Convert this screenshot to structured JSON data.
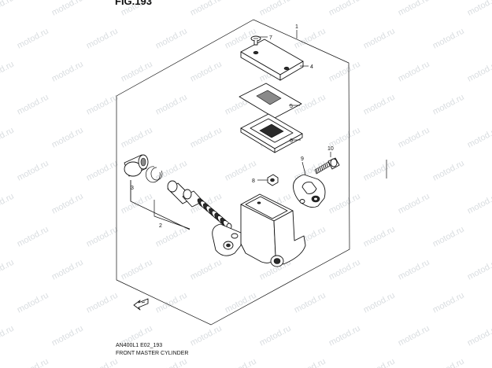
{
  "figure_number": "FIG.193",
  "watermark_text": "motod.ru",
  "footer": {
    "code": "AN400L1 E02_193",
    "title": "FRONT MASTER CYLINDER"
  },
  "callouts": [
    {
      "id": "1",
      "part": "master-cylinder-assembly"
    },
    {
      "id": "2",
      "part": "piston-set"
    },
    {
      "id": "3",
      "part": "boot"
    },
    {
      "id": "4",
      "part": "reservoir-cap"
    },
    {
      "id": "5",
      "part": "plate"
    },
    {
      "id": "6",
      "part": "diaphragm"
    },
    {
      "id": "7",
      "part": "cap-screw"
    },
    {
      "id": "8",
      "part": "nut"
    },
    {
      "id": "9",
      "part": "holder"
    },
    {
      "id": "10",
      "part": "bolt"
    }
  ],
  "colors": {
    "line": "#111111",
    "watermark": "#d9dde0",
    "background": "#ffffff"
  }
}
